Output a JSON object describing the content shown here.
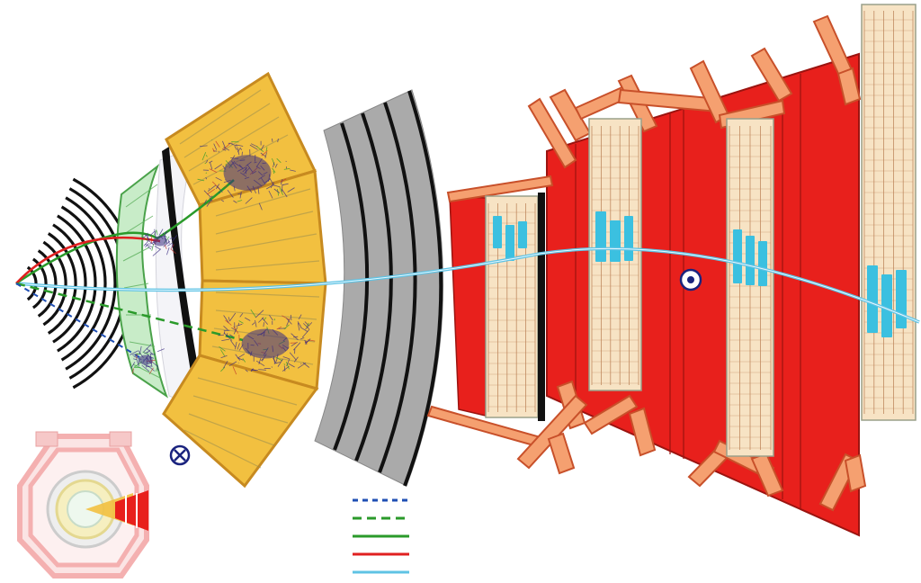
{
  "diagram": {
    "legend_lines": [
      {
        "name": "dashed-blue",
        "color": "#1f4fb4",
        "style": "dashed"
      },
      {
        "name": "dashed-green",
        "color": "#2a9a2a",
        "style": "dashed"
      },
      {
        "name": "solid-green",
        "color": "#2a9a2a",
        "style": "solid"
      },
      {
        "name": "solid-red",
        "color": "#e02020",
        "style": "solid"
      },
      {
        "name": "solid-cyan",
        "color": "#5fc3e4",
        "style": "solid"
      }
    ],
    "field_symbols": [
      {
        "name": "field-into-page-symbol",
        "glyph": "⊗"
      },
      {
        "name": "field-out-of-page-symbol",
        "glyph": "⊙"
      }
    ],
    "colors": {
      "tracker": "#000000",
      "ecal": "#c8ecc8",
      "hcal": "#f2c040",
      "solenoid": "#aaaaaa",
      "return_yoke": "#e8201c",
      "yoke_frame": "#f5a070",
      "muon_chamber": "#f7e3c4",
      "muon_hits": "#3bc0e0",
      "shower": "#3a2b80"
    }
  }
}
